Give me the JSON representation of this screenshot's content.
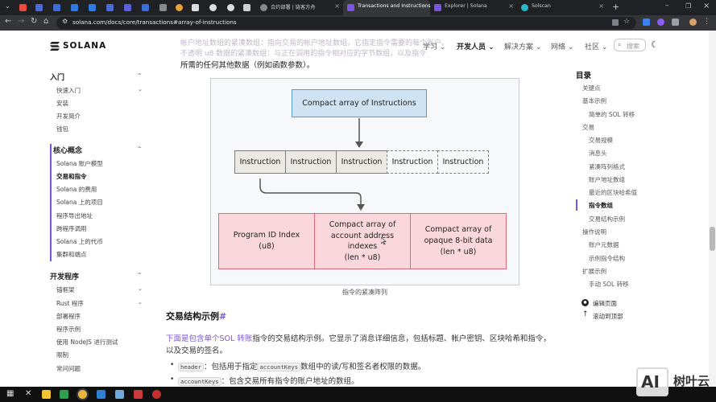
{
  "browser": {
    "tabs": [
      {
        "title": "合约部署 | 链客方舟",
        "active": false
      },
      {
        "title": "Transactions and Instructions",
        "active": true
      },
      {
        "title": "Explorer | Solana",
        "active": false
      },
      {
        "title": "Solscan",
        "active": false
      }
    ],
    "url": "solana.com/docs/core/transactions#array-of-instructions"
  },
  "header": {
    "logo": "SOLANA",
    "nav": [
      "学习",
      "开发人员",
      "解决方案",
      "网络",
      "社区"
    ],
    "search_placeholder": "搜索"
  },
  "sidebar": {
    "sections": [
      {
        "title": "入门",
        "items": [
          {
            "label": "快速入门",
            "expandable": true
          },
          {
            "label": "安装"
          },
          {
            "label": "开发简介"
          },
          {
            "label": "钱包"
          }
        ]
      },
      {
        "title": "核心概念",
        "items": [
          {
            "label": "Solana 账户模型"
          },
          {
            "label": "交易和指令",
            "active": true
          },
          {
            "label": "Solana 的费用"
          },
          {
            "label": "Solana 上的项目"
          },
          {
            "label": "程序导出地址"
          },
          {
            "label": "跨程序调用"
          },
          {
            "label": "Solana 上的代币"
          },
          {
            "label": "集群和端点"
          }
        ]
      },
      {
        "title": "开发程序",
        "items": [
          {
            "label": "锚框架",
            "expandable": true
          },
          {
            "label": "Rust 程序",
            "expandable": true
          },
          {
            "label": "部署程序"
          },
          {
            "label": "程序示例"
          },
          {
            "label": "使用 NodeJS 进行测试"
          },
          {
            "label": "限制"
          },
          {
            "label": "常问问题"
          }
        ]
      }
    ]
  },
  "content": {
    "ghost_line_1": "帐户地址数组的紧凑数组：指向交易的帐户地址数组，它指定指令需要的每个账户。",
    "ghost_line_2": "不透明 u8 数据的紧凑数组：与正在调用的指令相对应的字节数组，以及指令",
    "top_line": "所需的任何其他数据（例如函数参数）。",
    "diagram": {
      "top": "Compact array of Instructions",
      "instructions": [
        "Instruction",
        "Instruction",
        "Instruction",
        "Instruction",
        "Instruction"
      ],
      "bottom": [
        {
          "line1": "Program ID Index",
          "line2": "(u8)"
        },
        {
          "line1": "Compact array of",
          "line2": "account address",
          "line3": "indexes",
          "line4": "(len * u8)"
        },
        {
          "line1": "Compact array of",
          "line2": "opaque 8-bit data",
          "line3": "(len * u8)"
        }
      ],
      "caption": "指令的紧凑阵列"
    },
    "section_heading": "交易结构示例",
    "section_hash": "#",
    "para1_link": "下面是包含单个SOL 转账",
    "para1_rest": "指令的交易结构示例。它显示了消息详细信息，包括标题、帐户密钥、区块哈希和指令，",
    "para2": "以及交易的签名。",
    "bullets": [
      {
        "code": "header",
        "text": "：包括用于指定",
        "code2": "accountKeys",
        "text2": "数组中的读/写和签名者权限的数据。"
      },
      {
        "code": "accountKeys",
        "text": "：包含交易所有指令的账户地址的数组。"
      }
    ]
  },
  "toc": {
    "title": "目录",
    "items": [
      {
        "label": "关键点",
        "indent": 0
      },
      {
        "label": "基本示例",
        "indent": 0
      },
      {
        "label": "简单的 SOL 转移",
        "indent": 1
      },
      {
        "label": "交易",
        "indent": 0
      },
      {
        "label": "交易规模",
        "indent": 1
      },
      {
        "label": "消息头",
        "indent": 1
      },
      {
        "label": "紧凑阵列格式",
        "indent": 1
      },
      {
        "label": "账户地址数组",
        "indent": 1
      },
      {
        "label": "最近的区块哈希值",
        "indent": 1
      },
      {
        "label": "指令数组",
        "indent": 1,
        "active": true
      },
      {
        "label": "交易结构示例",
        "indent": 1
      },
      {
        "label": "操作说明",
        "indent": 0
      },
      {
        "label": "账户元数据",
        "indent": 1
      },
      {
        "label": "示例指令结构",
        "indent": 1
      },
      {
        "label": "扩展示例",
        "indent": 0
      },
      {
        "label": "手动 SOL 转移",
        "indent": 1
      }
    ],
    "edit_page": "编辑页面",
    "scroll_top": "滚动到顶部"
  },
  "watermark": {
    "logo": "AI",
    "text": "树叶云"
  },
  "colors": {
    "accent": "#7a55e0",
    "diagram_blue": "#cfe3f5",
    "diagram_pink": "#f9d7dc",
    "diagram_grey": "#ece9e5"
  }
}
